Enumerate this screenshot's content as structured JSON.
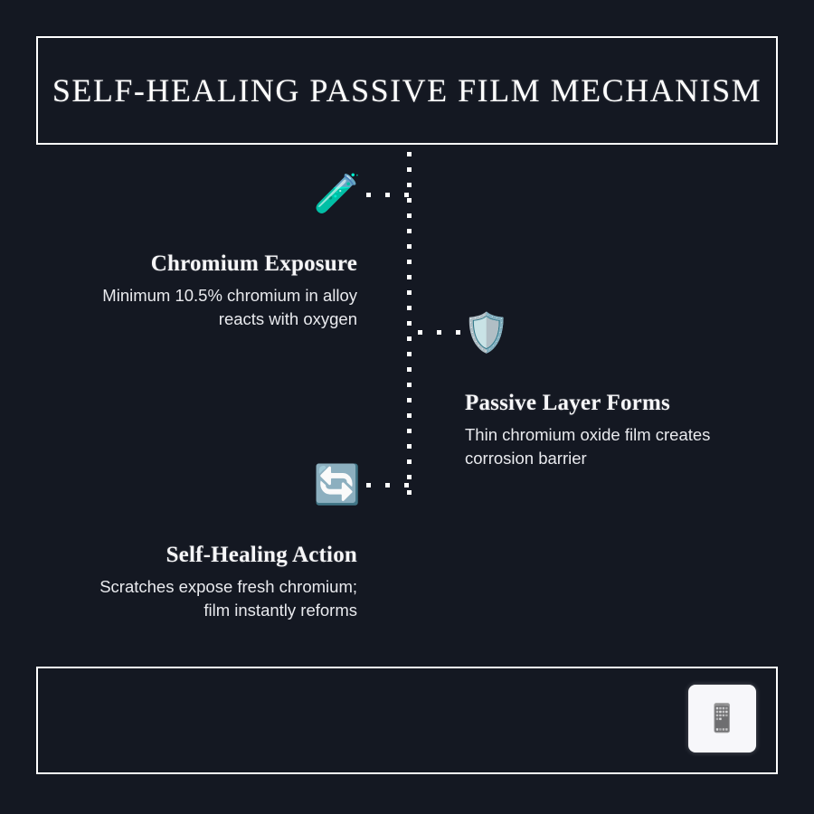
{
  "theme": {
    "background": "#141822",
    "border": "#ffffff",
    "heading_color": "#f6f6f8",
    "body_color": "#e9eaee",
    "card_background": "#f7f7fa"
  },
  "header": {
    "title": "SELF-HEALING PASSIVE FILM MECHANISM"
  },
  "flow": {
    "connector_style": "dotted",
    "steps": [
      {
        "icon": "test-tube-icon",
        "icon_glyph": "🧪",
        "heading": "Chromium Exposure",
        "body": "Minimum 10.5% chromium in alloy\nreacts with oxygen",
        "align": "right"
      },
      {
        "icon": "shield-icon",
        "icon_glyph": "🛡️",
        "heading": "Passive Layer Forms",
        "body": "Thin chromium oxide film creates\ncorrosion barrier",
        "align": "left"
      },
      {
        "icon": "refresh-icon",
        "icon_glyph": "🔄",
        "heading": "Self-Healing Action",
        "body": "Scratches expose fresh chromium;\nfilm instantly reforms",
        "align": "right"
      }
    ]
  },
  "footer": {
    "card_glyph": "📱",
    "card_label": "footer-card"
  }
}
